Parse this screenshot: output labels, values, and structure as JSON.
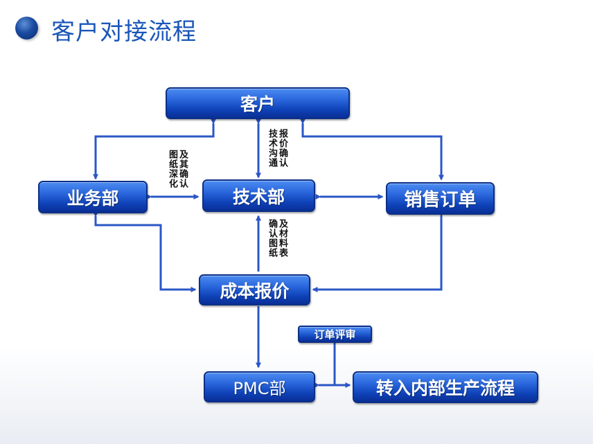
{
  "title": "客户对接流程",
  "nodes": {
    "customer": "客户",
    "business": "业务部",
    "tech": "技术部",
    "sales_order": "销售订单",
    "cost_quote": "成本报价",
    "pmc": "PMC部",
    "order_review": "订单评审",
    "internal_flow": "转入内部生产流程"
  },
  "edge_labels": {
    "business_tech": "及其确认图纸深化",
    "customer_tech": "报价确认技术沟通",
    "tech_cost": "及材料表确认图纸"
  },
  "colors": {
    "accent": "#1a56b8",
    "box": "#1f58d0",
    "line": "#2a56c6"
  }
}
